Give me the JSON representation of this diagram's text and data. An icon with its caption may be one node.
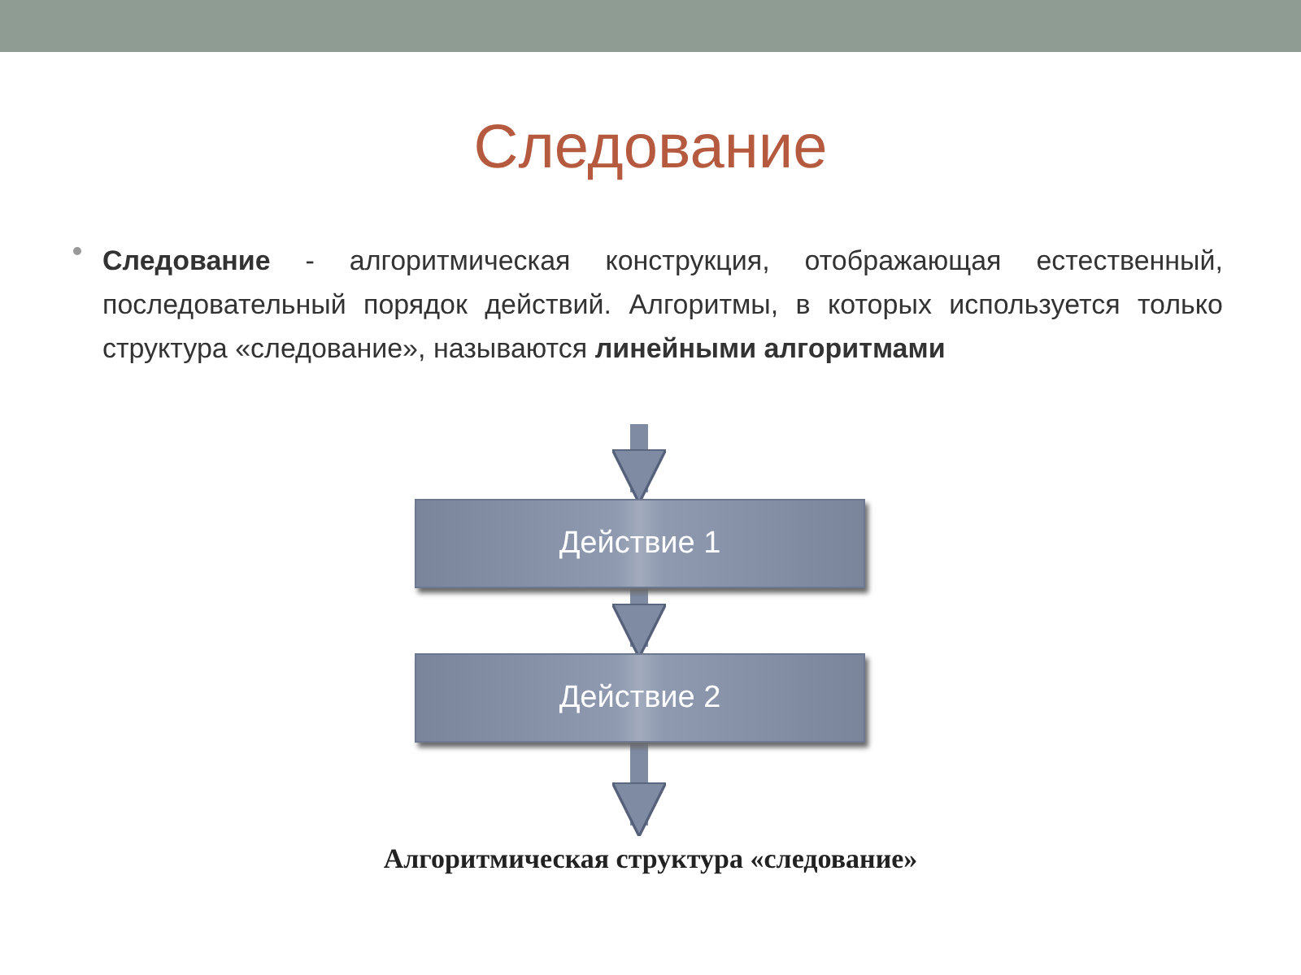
{
  "diagram": {
    "title": "Следование",
    "nodes": [
      {
        "text": [
          "Действие 1"
        ]
      },
      {
        "text": [
          "Действие 2"
        ]
      }
    ],
    "edges": [
      {
        "from": null,
        "to": 0,
        "arrow": "to"
      },
      {
        "from": 0,
        "to": 1,
        "arrow": "to"
      },
      {
        "from": 1,
        "to": null,
        "arrow": "to"
      }
    ],
    "labels": [
      "**Следование** - алгоритмическая конструкция, отображающая естественный, последовательный порядок действий. Алгоритмы, в которых используется только структура «следование», называются **линейными алгоритмами**"
    ],
    "caption": "Алгоритмическая структура «следование»"
  }
}
